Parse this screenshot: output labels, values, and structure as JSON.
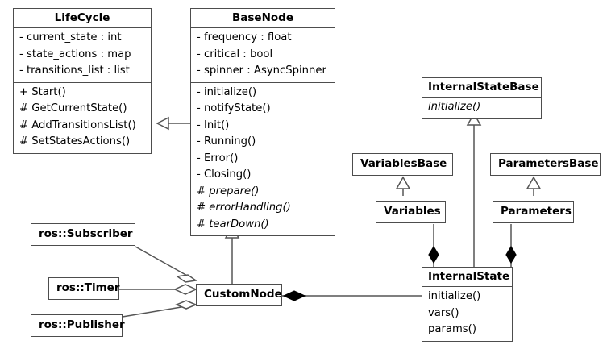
{
  "diagram": {
    "type": "uml-class-diagram",
    "title": "ROS Node LifeCycle UML Class Diagram",
    "background": "#ffffff",
    "border_color": "#4d4d4d",
    "text_color": "#000000"
  },
  "classes": {
    "lifecycle": {
      "name": "LifeCycle",
      "attributes": [
        "- current_state : int",
        "- state_actions : map",
        "- transitions_list : list"
      ],
      "methods": [
        "+ Start()",
        "# GetCurrentState()",
        "# AddTransitionsList()",
        "# SetStatesActions()"
      ]
    },
    "basenode": {
      "name": "BaseNode",
      "attributes": [
        "- frequency : float",
        "- critical : bool",
        "- spinner : AsyncSpinner"
      ],
      "methods": [
        {
          "label": "- initialize()",
          "abstract": false
        },
        {
          "label": "- notifyState()",
          "abstract": false
        },
        {
          "label": "- Init()",
          "abstract": false
        },
        {
          "label": "- Running()",
          "abstract": false
        },
        {
          "label": "- Error()",
          "abstract": false
        },
        {
          "label": "- Closing()",
          "abstract": false
        },
        {
          "label": "# prepare()",
          "abstract": true
        },
        {
          "label": "# errorHandling()",
          "abstract": true
        },
        {
          "label": "# tearDown()",
          "abstract": true
        }
      ]
    },
    "internalstatebase": {
      "name": "InternalStateBase",
      "methods": [
        {
          "label": "initialize()",
          "abstract": true
        }
      ]
    },
    "variablesbase": {
      "name": "VariablesBase"
    },
    "parametersbase": {
      "name": "ParametersBase"
    },
    "variables": {
      "name": "Variables"
    },
    "parameters": {
      "name": "Parameters"
    },
    "internalstate": {
      "name": "InternalState",
      "methods": [
        "initialize()",
        "vars()",
        "params()"
      ]
    },
    "customnode": {
      "name": "CustomNode"
    },
    "ros_subscriber": {
      "name": "ros::Subscriber"
    },
    "ros_timer": {
      "name": "ros::Timer"
    },
    "ros_publisher": {
      "name": "ros::Publisher"
    }
  },
  "relationships": [
    {
      "id": "basenode-lifecycle",
      "type": "generalization",
      "from": "BaseNode",
      "to": "LifeCycle",
      "marker": "hollow-triangle"
    },
    {
      "id": "customnode-basenode",
      "type": "generalization",
      "from": "CustomNode",
      "to": "BaseNode",
      "marker": "hollow-triangle"
    },
    {
      "id": "internalstate-internalstatebase",
      "type": "generalization",
      "from": "InternalState",
      "to": "InternalStateBase",
      "marker": "hollow-triangle"
    },
    {
      "id": "variables-variablesbase",
      "type": "generalization",
      "from": "Variables",
      "to": "VariablesBase",
      "marker": "hollow-triangle"
    },
    {
      "id": "parameters-parametersbase",
      "type": "generalization",
      "from": "Parameters",
      "to": "ParametersBase",
      "marker": "hollow-triangle"
    },
    {
      "id": "customnode-internalstate",
      "type": "composition",
      "from": "CustomNode",
      "to": "InternalState",
      "marker": "filled-diamond"
    },
    {
      "id": "internalstate-variables",
      "type": "composition",
      "from": "InternalState",
      "to": "Variables",
      "marker": "filled-diamond"
    },
    {
      "id": "internalstate-parameters",
      "type": "composition",
      "from": "InternalState",
      "to": "Parameters",
      "marker": "filled-diamond"
    },
    {
      "id": "customnode-subscriber",
      "type": "aggregation",
      "from": "CustomNode",
      "to": "ros::Subscriber",
      "marker": "hollow-diamond"
    },
    {
      "id": "customnode-timer",
      "type": "aggregation",
      "from": "CustomNode",
      "to": "ros::Timer",
      "marker": "hollow-diamond"
    },
    {
      "id": "customnode-publisher",
      "type": "aggregation",
      "from": "CustomNode",
      "to": "ros::Publisher",
      "marker": "hollow-diamond"
    }
  ]
}
